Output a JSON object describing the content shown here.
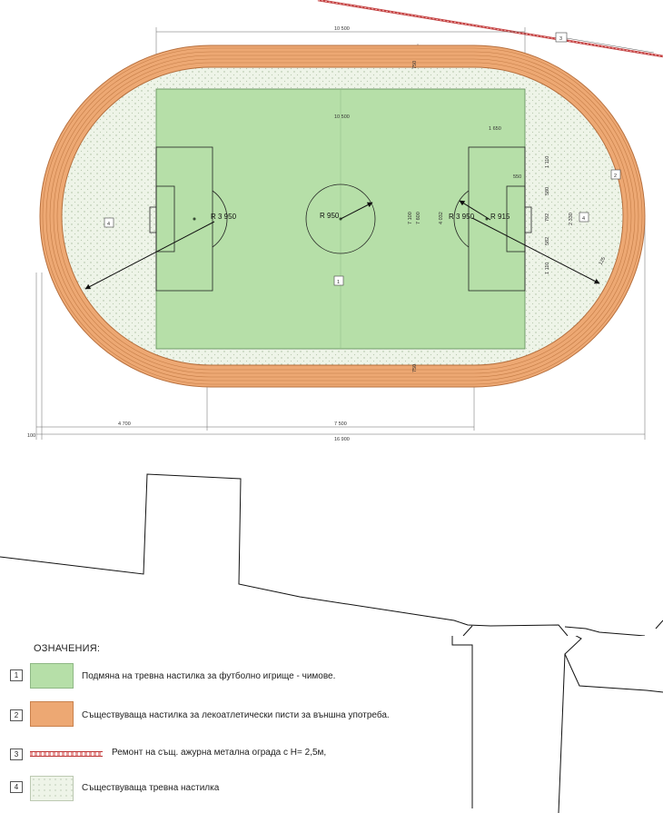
{
  "plan": {
    "top_dims": [
      "10 500",
      "10 500",
      "1 650"
    ],
    "right_dims": [
      "1 110",
      "580",
      "792",
      "582",
      "1 110",
      "2 330"
    ],
    "inner_dims": [
      "7 100",
      "7 600",
      "4 032"
    ],
    "bottom_dims": [
      "100",
      "4 700",
      "7 500",
      "16 900"
    ],
    "track_dims": [
      "125",
      "750",
      "750"
    ],
    "small_dims": [
      "550"
    ],
    "radius_labels": [
      "R 3 950",
      "R 950",
      "R 3 950",
      "R 915"
    ],
    "markers": [
      "1",
      "2",
      "3",
      "4",
      "4"
    ]
  },
  "legend": {
    "title": "ОЗНАЧЕНИЯ:",
    "items": [
      {
        "num": "1",
        "text": "Подмяна на тревна настилка за футболно игрище - чимове."
      },
      {
        "num": "2",
        "text": "Съществуваща настилка за лекоатлетически писти за външна употреба."
      },
      {
        "num": "3",
        "text": "Ремонт на същ. ажурна метална ограда с Н= 2,5м,"
      },
      {
        "num": "4",
        "text": "Съществуваща тревна настилка"
      }
    ]
  },
  "colors": {
    "pitch": "#b6dfa8",
    "track": "#eda873",
    "grass": "#eef4e8",
    "fence": "#c24040"
  }
}
